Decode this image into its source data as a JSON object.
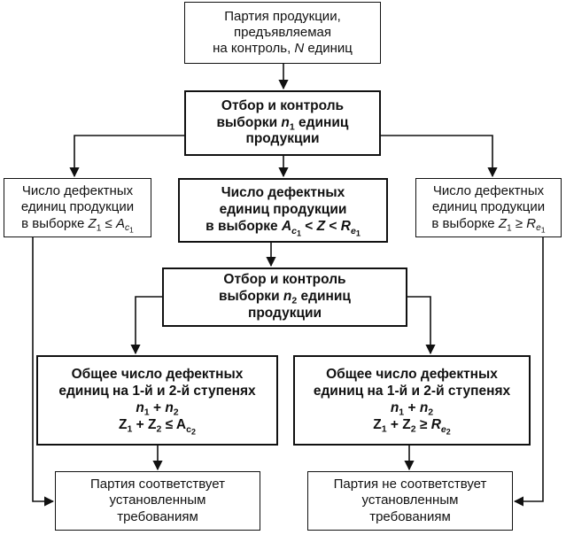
{
  "boxes": {
    "lot": {
      "line1": "Партия продукции,",
      "line2": "предъявляемая",
      "line3_pre": "на контроль, ",
      "line3_var": "N",
      "line3_post": " единиц"
    },
    "sample1": {
      "line1": "Отбор и контроль",
      "line2_pre": "выборки ",
      "line2_var": "n",
      "line2_sub": "1",
      "line2_post": " единиц",
      "line3": "продукции"
    },
    "defect_accept": {
      "line1": "Число дефектных",
      "line2": "единиц продукции",
      "line3_pre": "в выборке ",
      "z": "Z",
      "z_sub": "1",
      "op": " ≤ ",
      "a": "A",
      "a_sub": "c",
      "a_subsub": "1"
    },
    "defect_middle": {
      "line1": "Число дефектных",
      "line2": "единиц продукции",
      "line3_pre": "в выборке ",
      "a": "A",
      "a_sub": "c",
      "a_subsub": "1",
      "op1": " < ",
      "z": "Z",
      "op2": " < ",
      "r": "R",
      "r_sub": "e",
      "r_subsub": "1"
    },
    "defect_reject": {
      "line1": "Число дефектных",
      "line2": "единиц продукции",
      "line3_pre": "в выборке ",
      "z": "Z",
      "z_sub": "1",
      "op": " ≥ ",
      "r": "R",
      "r_sub": "e",
      "r_subsub": "1"
    },
    "sample2": {
      "line1": "Отбор и контроль",
      "line2_pre": "выборки ",
      "line2_var": "n",
      "line2_sub": "2",
      "line2_post": " единиц",
      "line3": "продукции"
    },
    "total_accept": {
      "line1": "Общее число дефектных",
      "line2": "единиц на 1-й и 2-й ступенях",
      "n1": "n",
      "n1_sub": "1",
      "plus1": " + ",
      "n2": "n",
      "n2_sub": "2",
      "z1": "Z",
      "z1_sub": "1",
      "plus2": " + ",
      "z2": "Z",
      "z2_sub": "2",
      "op": " ≤ ",
      "a": "A",
      "a_sub": "c",
      "a_subsub": "2"
    },
    "total_reject": {
      "line1": "Общее число дефектных",
      "line2": "единиц на 1-й и 2-й ступенях",
      "n1": "n",
      "n1_sub": "1",
      "plus1": " + ",
      "n2": "n",
      "n2_sub": "2",
      "z1": "Z",
      "z1_sub": "1",
      "plus2": " + ",
      "z2": "Z",
      "z2_sub": "2",
      "op": " ≥ ",
      "r": "R",
      "r_sub": "e",
      "r_subsub": "2"
    },
    "lot_accepted": {
      "line1": "Партия соответствует",
      "line2": "установленным",
      "line3": "требованиям"
    },
    "lot_rejected": {
      "line1": "Партия не соответствует",
      "line2": "установленным",
      "line3": "требованиям"
    }
  },
  "colors": {
    "line": "#111111",
    "background": "#ffffff"
  }
}
